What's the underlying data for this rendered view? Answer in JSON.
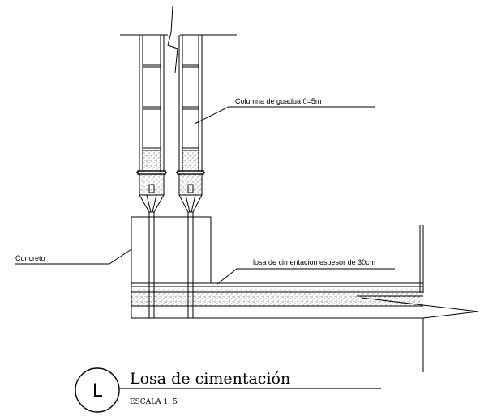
{
  "labels": {
    "column": "Columna de guadua  0=5m",
    "concrete": "Concreto",
    "slab": "losa de cimentacion espesor de 30cm"
  },
  "title_block": {
    "tag": "L",
    "title": "Losa de cimentación",
    "scale": "ESCALA 1: 5"
  }
}
